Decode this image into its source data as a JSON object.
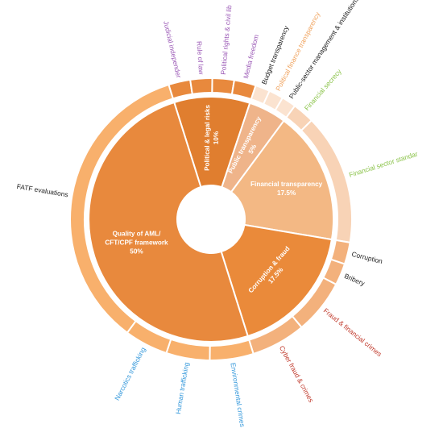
{
  "chart_data": {
    "type": "sunburst",
    "inner": [
      {
        "lines": [
          "Political & legal risks",
          "10%"
        ],
        "value": 10,
        "color": "#e07e2f",
        "text_color": "#ffffff"
      },
      {
        "lines": [
          "Public transparency",
          "5%"
        ],
        "value": 5,
        "color": "#efb48a",
        "text_color": "#ffffff"
      },
      {
        "lines": [
          "Financial transparency",
          "17.5%"
        ],
        "value": 17.5,
        "color": "#f3b884",
        "text_color": "#ffffff"
      },
      {
        "lines": [
          "Corruption & fraud",
          "17.5%"
        ],
        "value": 17.5,
        "color": "#ea8a3a",
        "text_color": "#ffffff"
      },
      {
        "lines": [
          "Quality of AML/",
          "CFT/CPF framework",
          "50%"
        ],
        "value": 50,
        "color": "#e8893d",
        "text_color": "#ffffff"
      }
    ],
    "outer": [
      {
        "label": "Judicial independer",
        "value": 2.5,
        "color": "#e8893d",
        "label_color": "#9b59b6"
      },
      {
        "label": "Rule of law",
        "value": 2.5,
        "color": "#e8893d",
        "label_color": "#9b59b6"
      },
      {
        "label": "Political rights & civil lib",
        "value": 2.5,
        "color": "#e8893d",
        "label_color": "#9b59b6"
      },
      {
        "label": "Media freedom",
        "value": 2.5,
        "color": "#e8893d",
        "label_color": "#9b59b6"
      },
      {
        "label": "Budget transparency",
        "value": 1.67,
        "color": "#fbe3d0",
        "label_color": "#222222"
      },
      {
        "label": "Political finance transparency",
        "value": 1.67,
        "color": "#fbe3d0",
        "label_color": "#f0a35e"
      },
      {
        "label": "Public-sector management & institutions",
        "value": 1.66,
        "color": "#fbe3d0",
        "label_color": "#222222"
      },
      {
        "label": "Financial secrecy",
        "value": 2.5,
        "color": "#f8d3b6",
        "label_color": "#8bc34a"
      },
      {
        "label": "Financial sector standar",
        "value": 15,
        "color": "#f8d3b6",
        "label_color": "#8bc34a"
      },
      {
        "label": "Corruption",
        "value": 2.5,
        "color": "#f3b17c",
        "label_color": "#222222"
      },
      {
        "label": "Bribery",
        "value": 2.5,
        "color": "#f3b17c",
        "label_color": "#222222"
      },
      {
        "label": "Fraud & financial crimes",
        "value": 6.25,
        "color": "#f3b17c",
        "label_color": "#c0392b"
      },
      {
        "label": "Cyber fraud & crimes",
        "value": 6.25,
        "color": "#f3b17c",
        "label_color": "#c0392b"
      },
      {
        "label": "Environmental crimes",
        "value": 5,
        "color": "#f8b06c",
        "label_color": "#3498db"
      },
      {
        "label": "Human trafficking",
        "value": 5,
        "color": "#f8b06c",
        "label_color": "#3498db"
      },
      {
        "label": "Narcotics trafficking",
        "value": 5,
        "color": "#f8b06c",
        "label_color": "#3498db"
      },
      {
        "label": "FATF evaluations",
        "value": 35,
        "color": "#f8b06c",
        "label_color": "#222222"
      }
    ]
  }
}
